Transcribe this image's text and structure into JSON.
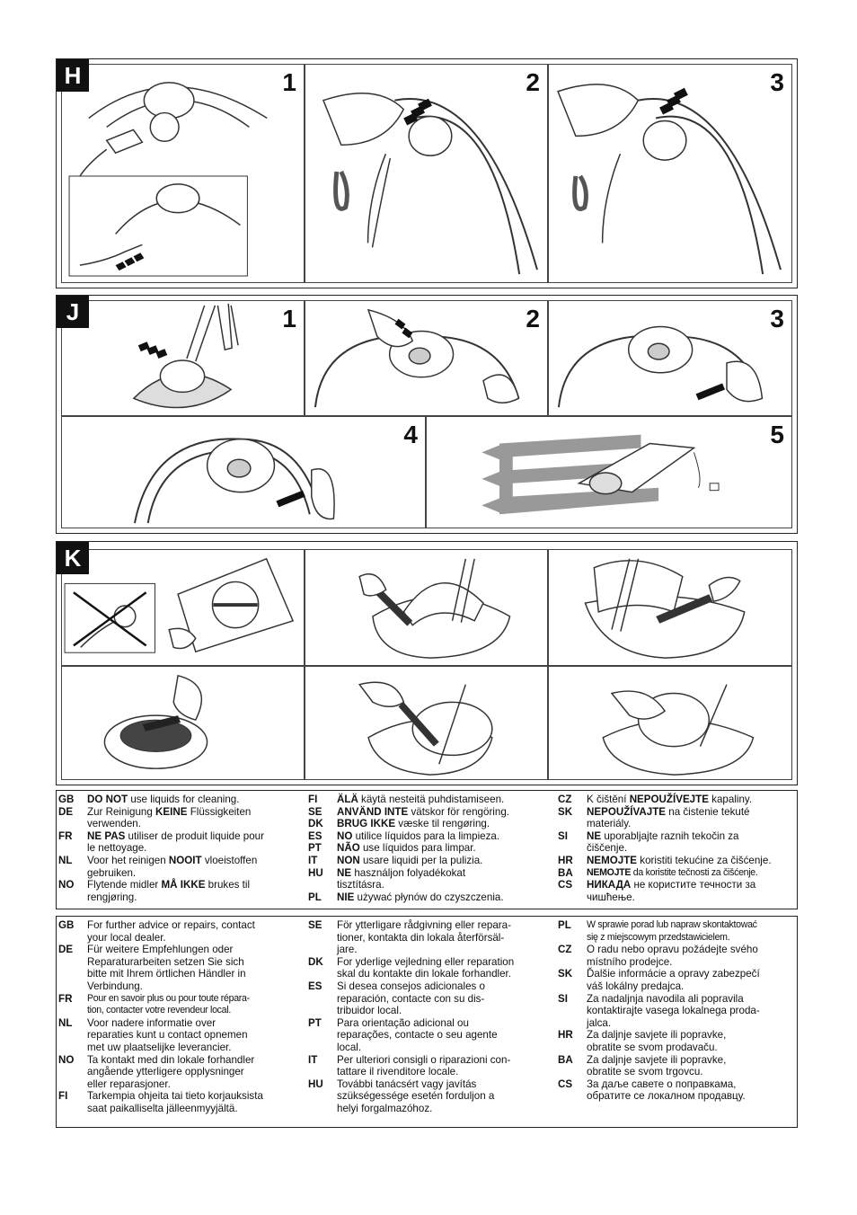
{
  "sections": {
    "H": {
      "letter": "H",
      "steps": [
        "1",
        "2",
        "3"
      ]
    },
    "J": {
      "letter": "J",
      "steps": [
        "1",
        "2",
        "3",
        "4",
        "5"
      ]
    },
    "K": {
      "letter": "K"
    }
  },
  "icons": [
    "plug-icon",
    "arrow-icon",
    "hand-icon",
    "mower-icon",
    "brush-icon",
    "cross-icon"
  ],
  "warning_col1": [
    {
      "code": "GB",
      "pre": "",
      "bold": "DO NOT",
      "post": " use liquids for cleaning."
    },
    {
      "code": "DE",
      "pre": "Zur Reinigung ",
      "bold": "KEINE",
      "post": " Flüssigkeiten\nverwenden."
    },
    {
      "code": "FR",
      "pre": "",
      "bold": "NE PAS",
      "post": " utiliser de produit liquide pour\nle nettoyage."
    },
    {
      "code": "NL",
      "pre": "Voor het reinigen ",
      "bold": "NOOIT",
      "post": " vloeistoffen\ngebruiken."
    },
    {
      "code": "NO",
      "pre": "Flytende midler ",
      "bold": "MÅ IKKE",
      "post": " brukes til\nrengjøring."
    }
  ],
  "warning_col2": [
    {
      "code": "FI",
      "pre": "",
      "bold": "ÄLÄ",
      "post": " käytä nesteitä puhdistamiseen."
    },
    {
      "code": "SE",
      "pre": "",
      "bold": "ANVÄND INTE",
      "post": " vätskor för rengöring."
    },
    {
      "code": "DK",
      "pre": "",
      "bold": "BRUG IKKE",
      "post": " væske til rengøring."
    },
    {
      "code": "ES",
      "pre": "",
      "bold": "NO",
      "post": " utilice líquidos para la limpieza."
    },
    {
      "code": "PT",
      "pre": "",
      "bold": "NÃO",
      "post": " use líquidos para limpar."
    },
    {
      "code": "IT",
      "pre": "",
      "bold": "NON",
      "post": " usare liquidi per la pulizia."
    },
    {
      "code": "HU",
      "pre": "",
      "bold": "NE",
      "post": " használjon folyadékokat\ntisztításra."
    },
    {
      "code": "PL",
      "pre": "",
      "bold": "NIE",
      "post": " używać płynów do czyszczenia."
    }
  ],
  "warning_col3": [
    {
      "code": "CZ",
      "pre": "K čištění ",
      "bold": "NEPOUŽÍVEJTE",
      "post": " kapaliny."
    },
    {
      "code": "SK",
      "pre": "",
      "bold": "NEPOUŽÍVAJTE",
      "post": " na čistenie tekuté\nmateriály."
    },
    {
      "code": "SI",
      "pre": "",
      "bold": "NE",
      "post": " uporabljajte raznih tekočin za\nčiščenje."
    },
    {
      "code": "HR",
      "pre": "",
      "bold": "NEMOJTE",
      "post": " koristiti tekućine za čišćenje."
    },
    {
      "code": "BA",
      "pre": "",
      "bold": "NEMOJTE",
      "post": " da koristite tečnosti za čišćenje."
    },
    {
      "code": "CS",
      "pre": "",
      "bold": "НИКАДА",
      "post": " не користите течности за\nчишћење."
    }
  ],
  "advice_col1": [
    {
      "code": "GB",
      "text": "For further advice or repairs, contact\nyour local dealer."
    },
    {
      "code": "DE",
      "text": "Für weitere Empfehlungen oder\nReparaturarbeiten setzen Sie sich\nbitte mit Ihrem örtlichen Händler in\nVerbindung."
    },
    {
      "code": "FR",
      "text": "Pour en savoir plus ou pour toute répara-\ntion, contacter votre revendeur local."
    },
    {
      "code": "NL",
      "text": "Voor nadere informatie over\nreparaties kunt u contact opnemen\nmet uw plaatselijke leverancier."
    },
    {
      "code": "NO",
      "text": "Ta kontakt med din lokale forhandler\nangående ytterligere opplysninger\neller reparasjoner."
    },
    {
      "code": "FI",
      "text": "Tarkempia ohjeita tai tieto korjauksista\nsaat paikalliselta jälleenmyyjältä."
    }
  ],
  "advice_col2": [
    {
      "code": "SE",
      "text": "För ytterligare rådgivning eller repara-\ntioner, kontakta din lokala återförsäl-\njare."
    },
    {
      "code": "DK",
      "text": "For yderlige vejledning eller reparation\nskal du kontakte din lokale forhandler."
    },
    {
      "code": "ES",
      "text": "Si desea consejos adicionales o\nreparación, contacte con su dis-\ntribuidor local."
    },
    {
      "code": "PT",
      "text": "Para orientação adicional ou\nreparações, contacte o seu agente\nlocal."
    },
    {
      "code": "IT",
      "text": "Per ulteriori consigli o riparazioni con-\ntattare il rivenditore locale."
    },
    {
      "code": "HU",
      "text": "További tanácsért vagy javítás\nszükségessége esetén forduljon a\nhelyi forgalmazóhoz."
    }
  ],
  "advice_col3": [
    {
      "code": "PL",
      "text": "W sprawie porad lub napraw skontaktować\nsię z miejscowym przedstawicielem."
    },
    {
      "code": "CZ",
      "text": "O radu nebo opravu požádejte svého\nmístního prodejce."
    },
    {
      "code": "SK",
      "text": "Ďalšie informácie a opravy zabezpečí\nváš lokálny predajca."
    },
    {
      "code": "SI",
      "text": "Za nadaljnja navodila ali popravila\nkontaktirajte vasega lokalnega proda-\njalca."
    },
    {
      "code": "HR",
      "text": "Za daljnje savjete ili popravke,\nobratite se svom prodavaču."
    },
    {
      "code": "BA",
      "text": "Za daljnje savjete ili popravke,\nobratite se svom trgovcu."
    },
    {
      "code": "CS",
      "text": "За даље савете о поправкама,\nобратите се локалном продавцу."
    }
  ]
}
